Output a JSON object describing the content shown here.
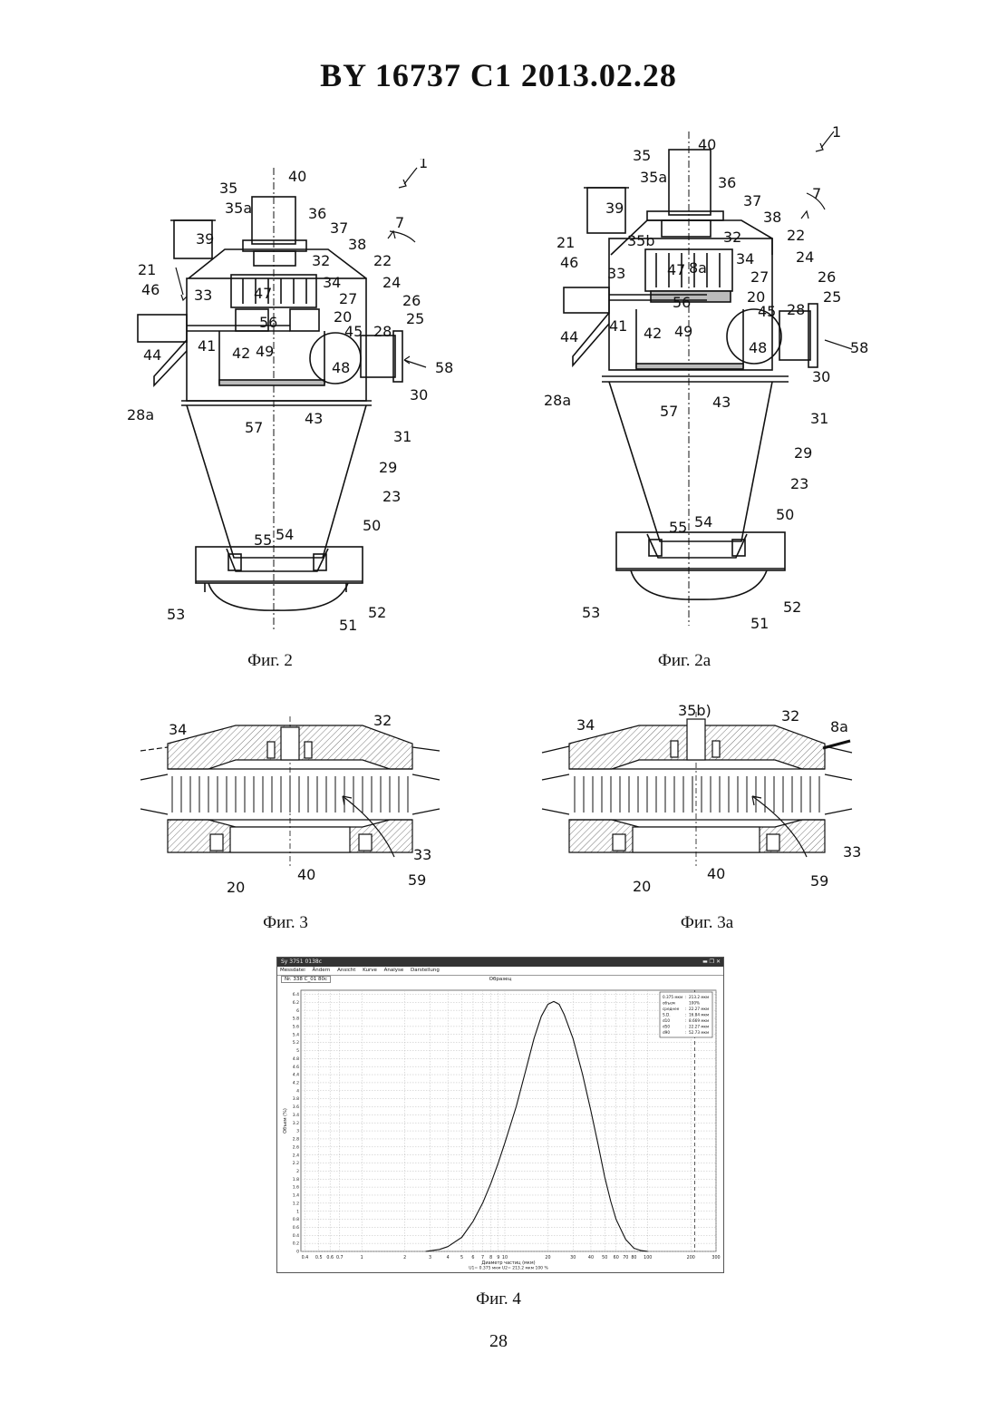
{
  "header": "BY  16737  C1  2013.02.28",
  "figures": {
    "fig2": "Фиг. 2",
    "fig2a": "Фиг. 2а",
    "fig3": "Фиг. 3",
    "fig3a": "Фиг. 3а",
    "fig4": "Фиг. 4"
  },
  "page_number": "28",
  "fig2_labels": {
    "l1": "1",
    "l7": "7",
    "l20": "20",
    "l21": "21",
    "l22": "22",
    "l23": "23",
    "l24": "24",
    "l25": "25",
    "l26": "26",
    "l27": "27",
    "l28": "28",
    "l28a": "28a",
    "l29": "29",
    "l30": "30",
    "l31": "31",
    "l32": "32",
    "l33": "33",
    "l34": "34",
    "l35": "35",
    "l35a": "35a",
    "l36": "36",
    "l37": "37",
    "l38": "38",
    "l39": "39",
    "l40": "40",
    "l41": "41",
    "l42": "42",
    "l43": "43",
    "l44": "44",
    "l45": "45",
    "l46": "46",
    "l47": "47",
    "l48": "48",
    "l49": "49",
    "l50": "50",
    "l51": "51",
    "l52": "52",
    "l53": "53",
    "l54": "54",
    "l55": "55",
    "l56": "56",
    "l57": "57",
    "l58": "58"
  },
  "fig2a_labels": {
    "l35b": "35b",
    "l8a": "8a"
  },
  "fig3_labels": {
    "l32": "32",
    "l33": "33",
    "l34": "34",
    "l20": "20",
    "l40": "40",
    "l59": "59",
    "l35b": "35b)",
    "l8a": "8a"
  },
  "chart_window": {
    "title": "Sy 3751 0138c",
    "controls": "▬ ❐ ✕",
    "menu": [
      "Messdatei",
      "Ändern",
      "Ansicht",
      "Kurve",
      "Analyse",
      "Darstellung"
    ],
    "tab": "Nr. 338 C_01 80c",
    "caption_top": "Образец",
    "ylabel": "Объем (%)",
    "xlabel": "Диаметр частиц (мкм)",
    "footer": "U1= 0.375 мкм U2= 213.2 мкм 100 %",
    "stats": [
      [
        "0.375 мкм",
        ":",
        "213.2 мкм"
      ],
      [
        "объем",
        "",
        "100%"
      ],
      [
        "среднее",
        ":",
        "22.27 мкм"
      ],
      [
        "S.D.",
        ":",
        "16.84 мкм"
      ],
      [
        "d10",
        ":",
        "8.669 мкм"
      ],
      [
        "d50",
        ":",
        "22.27 мкм"
      ],
      [
        "d90",
        ":",
        "52.73 мкм"
      ]
    ]
  },
  "chart_data": {
    "type": "line",
    "title": "Образец",
    "xlabel": "Диаметр частиц (мкм)",
    "ylabel": "Объем (%)",
    "xscale": "log",
    "xlim": [
      0.375,
      300
    ],
    "ylim": [
      0,
      6.5
    ],
    "xticks": [
      "0.4",
      "0.5",
      "0.6",
      "0.7",
      "1",
      "2",
      "3",
      "4",
      "5",
      "6",
      "7",
      "8",
      "9",
      "10",
      "20",
      "30",
      "40",
      "50",
      "60",
      "70",
      "80",
      "100",
      "200",
      "300"
    ],
    "xtick_values": [
      0.4,
      0.5,
      0.6,
      0.7,
      1,
      2,
      3,
      4,
      5,
      6,
      7,
      8,
      9,
      10,
      20,
      30,
      40,
      50,
      60,
      70,
      80,
      100,
      200,
      300
    ],
    "yticks": [
      "0",
      "0.2",
      "0.4",
      "0.6",
      "0.8",
      "1",
      "1.2",
      "1.4",
      "1.6",
      "1.8",
      "2",
      "2.2",
      "2.4",
      "2.6",
      "2.8",
      "3",
      "3.2",
      "3.4",
      "3.6",
      "3.8",
      "4",
      "4.2",
      "4.4",
      "4.6",
      "4.8",
      "5",
      "5.2",
      "5.4",
      "5.6",
      "5.8",
      "6",
      "6.2",
      "6.4"
    ],
    "ytick_values": [
      0,
      0.2,
      0.4,
      0.6,
      0.8,
      1,
      1.2,
      1.4,
      1.6,
      1.8,
      2,
      2.2,
      2.4,
      2.6,
      2.8,
      3,
      3.2,
      3.4,
      3.6,
      3.8,
      4,
      4.2,
      4.4,
      4.6,
      4.8,
      5,
      5.2,
      5.4,
      5.6,
      5.8,
      6,
      6.2,
      6.4
    ],
    "grid": true,
    "series": [
      {
        "x": [
          2.8,
          3.5,
          4,
          5,
          6,
          7,
          8,
          9,
          10,
          12,
          14,
          16,
          18,
          20,
          22,
          24,
          26,
          30,
          35,
          40,
          45,
          50,
          55,
          60,
          70,
          80,
          90,
          100
        ],
        "values": [
          0,
          0.05,
          0.12,
          0.35,
          0.75,
          1.2,
          1.7,
          2.2,
          2.7,
          3.6,
          4.5,
          5.3,
          5.85,
          6.15,
          6.22,
          6.15,
          5.9,
          5.3,
          4.4,
          3.5,
          2.65,
          1.85,
          1.25,
          0.8,
          0.3,
          0.08,
          0.02,
          0
        ]
      }
    ],
    "vline": 213.2
  }
}
